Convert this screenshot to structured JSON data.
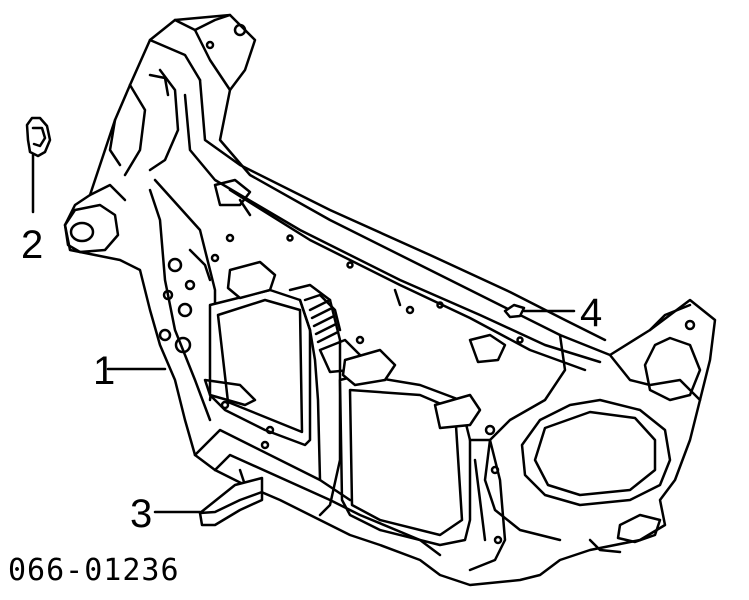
{
  "callouts": {
    "part1": "1",
    "part2": "2",
    "part3": "3",
    "part4": "4"
  },
  "reference_code": "066-01236",
  "colors": {
    "line": "#000000",
    "fill": "#ffffff"
  }
}
